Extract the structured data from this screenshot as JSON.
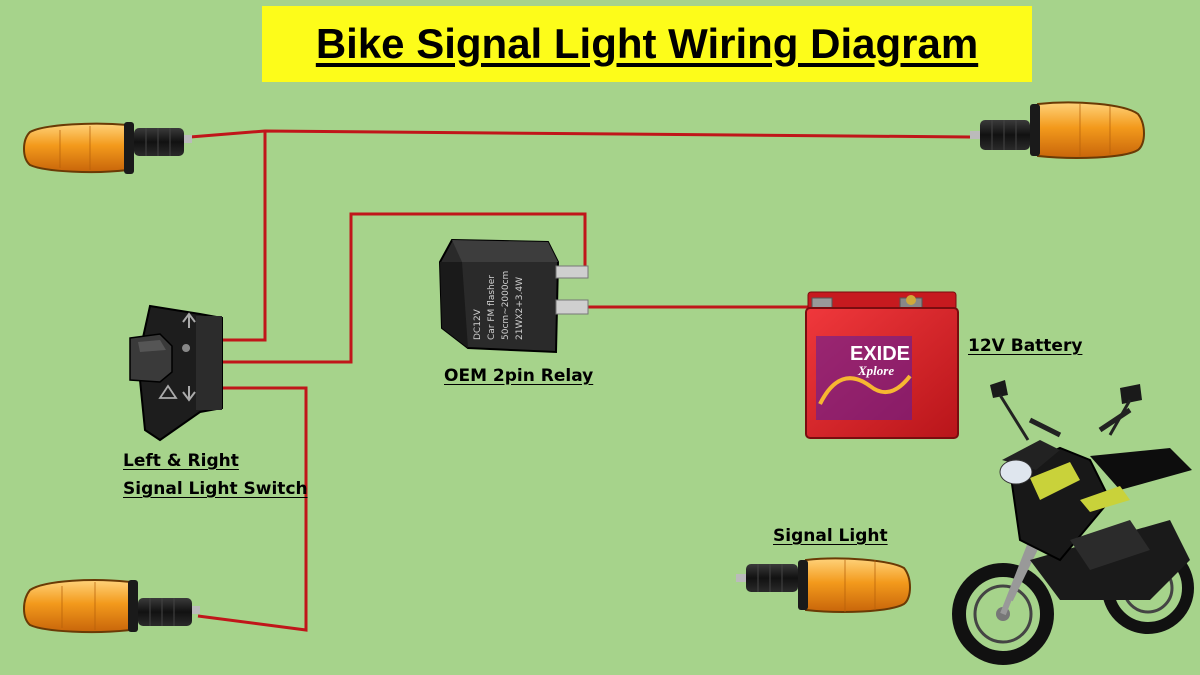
{
  "title": "Bike Signal Light Wiring Diagram",
  "labels": {
    "switch_line1": "Left & Right",
    "switch_line2": "Signal Light Switch",
    "relay": "OEM 2pin Relay",
    "battery": "12V Battery",
    "signal_light": "Signal Light"
  },
  "relay_print": {
    "line1": "DC12V",
    "line2": "Car FM flasher",
    "line3": "50cm~2000cm",
    "line4": "21WX2+3.4W"
  },
  "battery_print": {
    "brand": "EXIDE",
    "model": "Xplore"
  },
  "colors": {
    "background": "#a6d38b",
    "title_bg": "#fdfc1a",
    "wire": "#c0161a",
    "indicator_amber": "#f39a1c",
    "battery_red": "#e0242a"
  }
}
